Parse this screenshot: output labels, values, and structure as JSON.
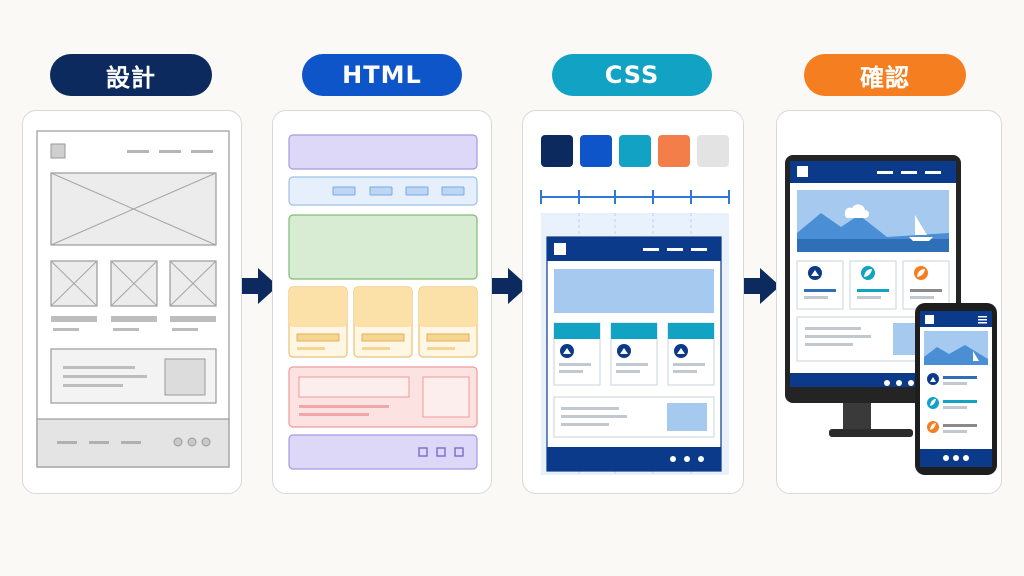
{
  "steps": [
    {
      "label": "設計",
      "color": "#0c2a5e"
    },
    {
      "label": "HTML",
      "color": "#0d55c8"
    },
    {
      "label": "CSS",
      "color": "#12a2c4"
    },
    {
      "label": "確認",
      "color": "#f47e20"
    }
  ],
  "palette": [
    "#0c2a5e",
    "#0d55c8",
    "#12a2c4",
    "#f47e4a",
    "#e3e3e3"
  ],
  "icons": [
    "mountain-icon",
    "leaf-icon",
    "sailboat-icon",
    "cloud-icon",
    "menu-icon"
  ]
}
